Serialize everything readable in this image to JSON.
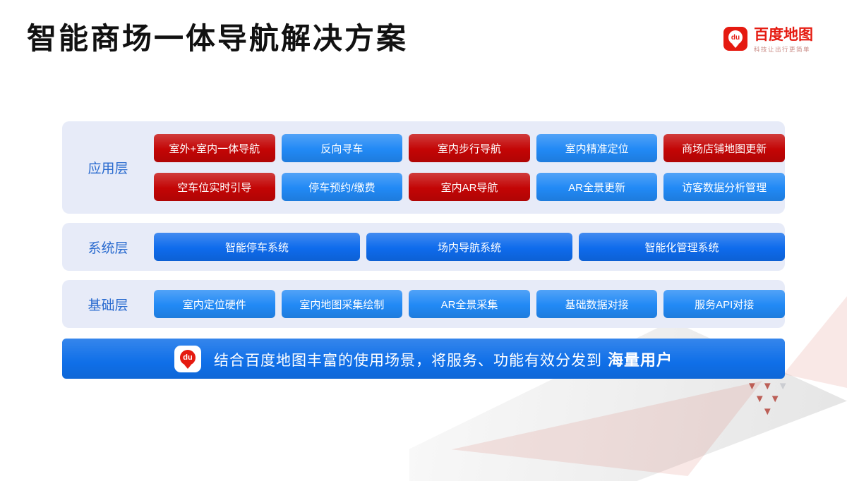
{
  "title": "智能商场一体导航解决方案",
  "logo": {
    "badge": "du",
    "brand": "百度地图",
    "tagline": "科技让出行更简单"
  },
  "layers": [
    {
      "id": "app",
      "label": "应用层",
      "rows": [
        [
          {
            "label": "室外+室内一体导航",
            "color": "red"
          },
          {
            "label": "反向寻车",
            "color": "blue"
          },
          {
            "label": "室内步行导航",
            "color": "red"
          },
          {
            "label": "室内精准定位",
            "color": "blue"
          },
          {
            "label": "商场店铺地图更新",
            "color": "red"
          }
        ],
        [
          {
            "label": "空车位实时引导",
            "color": "red"
          },
          {
            "label": "停车预约/缴费",
            "color": "blue"
          },
          {
            "label": "室内AR导航",
            "color": "red"
          },
          {
            "label": "AR全景更新",
            "color": "blue"
          },
          {
            "label": "访客数据分析管理",
            "color": "blue"
          }
        ]
      ]
    },
    {
      "id": "system",
      "label": "系统层",
      "rows": [
        [
          {
            "label": "智能停车系统",
            "color": "deep"
          },
          {
            "label": "场内导航系统",
            "color": "deep"
          },
          {
            "label": "智能化管理系统",
            "color": "deep"
          }
        ]
      ]
    },
    {
      "id": "base",
      "label": "基础层",
      "rows": [
        [
          {
            "label": "室内定位硬件",
            "color": "blue"
          },
          {
            "label": "室内地图采集绘制",
            "color": "blue"
          },
          {
            "label": "AR全景采集",
            "color": "blue"
          },
          {
            "label": "基础数据对接",
            "color": "blue"
          },
          {
            "label": "服务API对接",
            "color": "blue"
          }
        ]
      ]
    }
  ],
  "banner": {
    "badge": "du",
    "text": "结合百度地图丰富的使用场景，将服务、功能有效分发到",
    "bold": "海量用户"
  },
  "decor": {
    "triangle_glyph": "▼",
    "triangle_colors": [
      "#B5483E",
      "#B5483E",
      "#C6C9CE",
      "#B5483E",
      "#B5483E",
      "#B5483E"
    ]
  },
  "colors": {
    "red": "#C30505",
    "blue": "#2189F5",
    "deep_blue": "#0E6BEC",
    "layer_bg": "#E7EBF8",
    "banner_blue": "#0F6FE8",
    "label_blue": "#2A6BCF",
    "brand_red": "#E51A10",
    "title_black": "#111111"
  }
}
